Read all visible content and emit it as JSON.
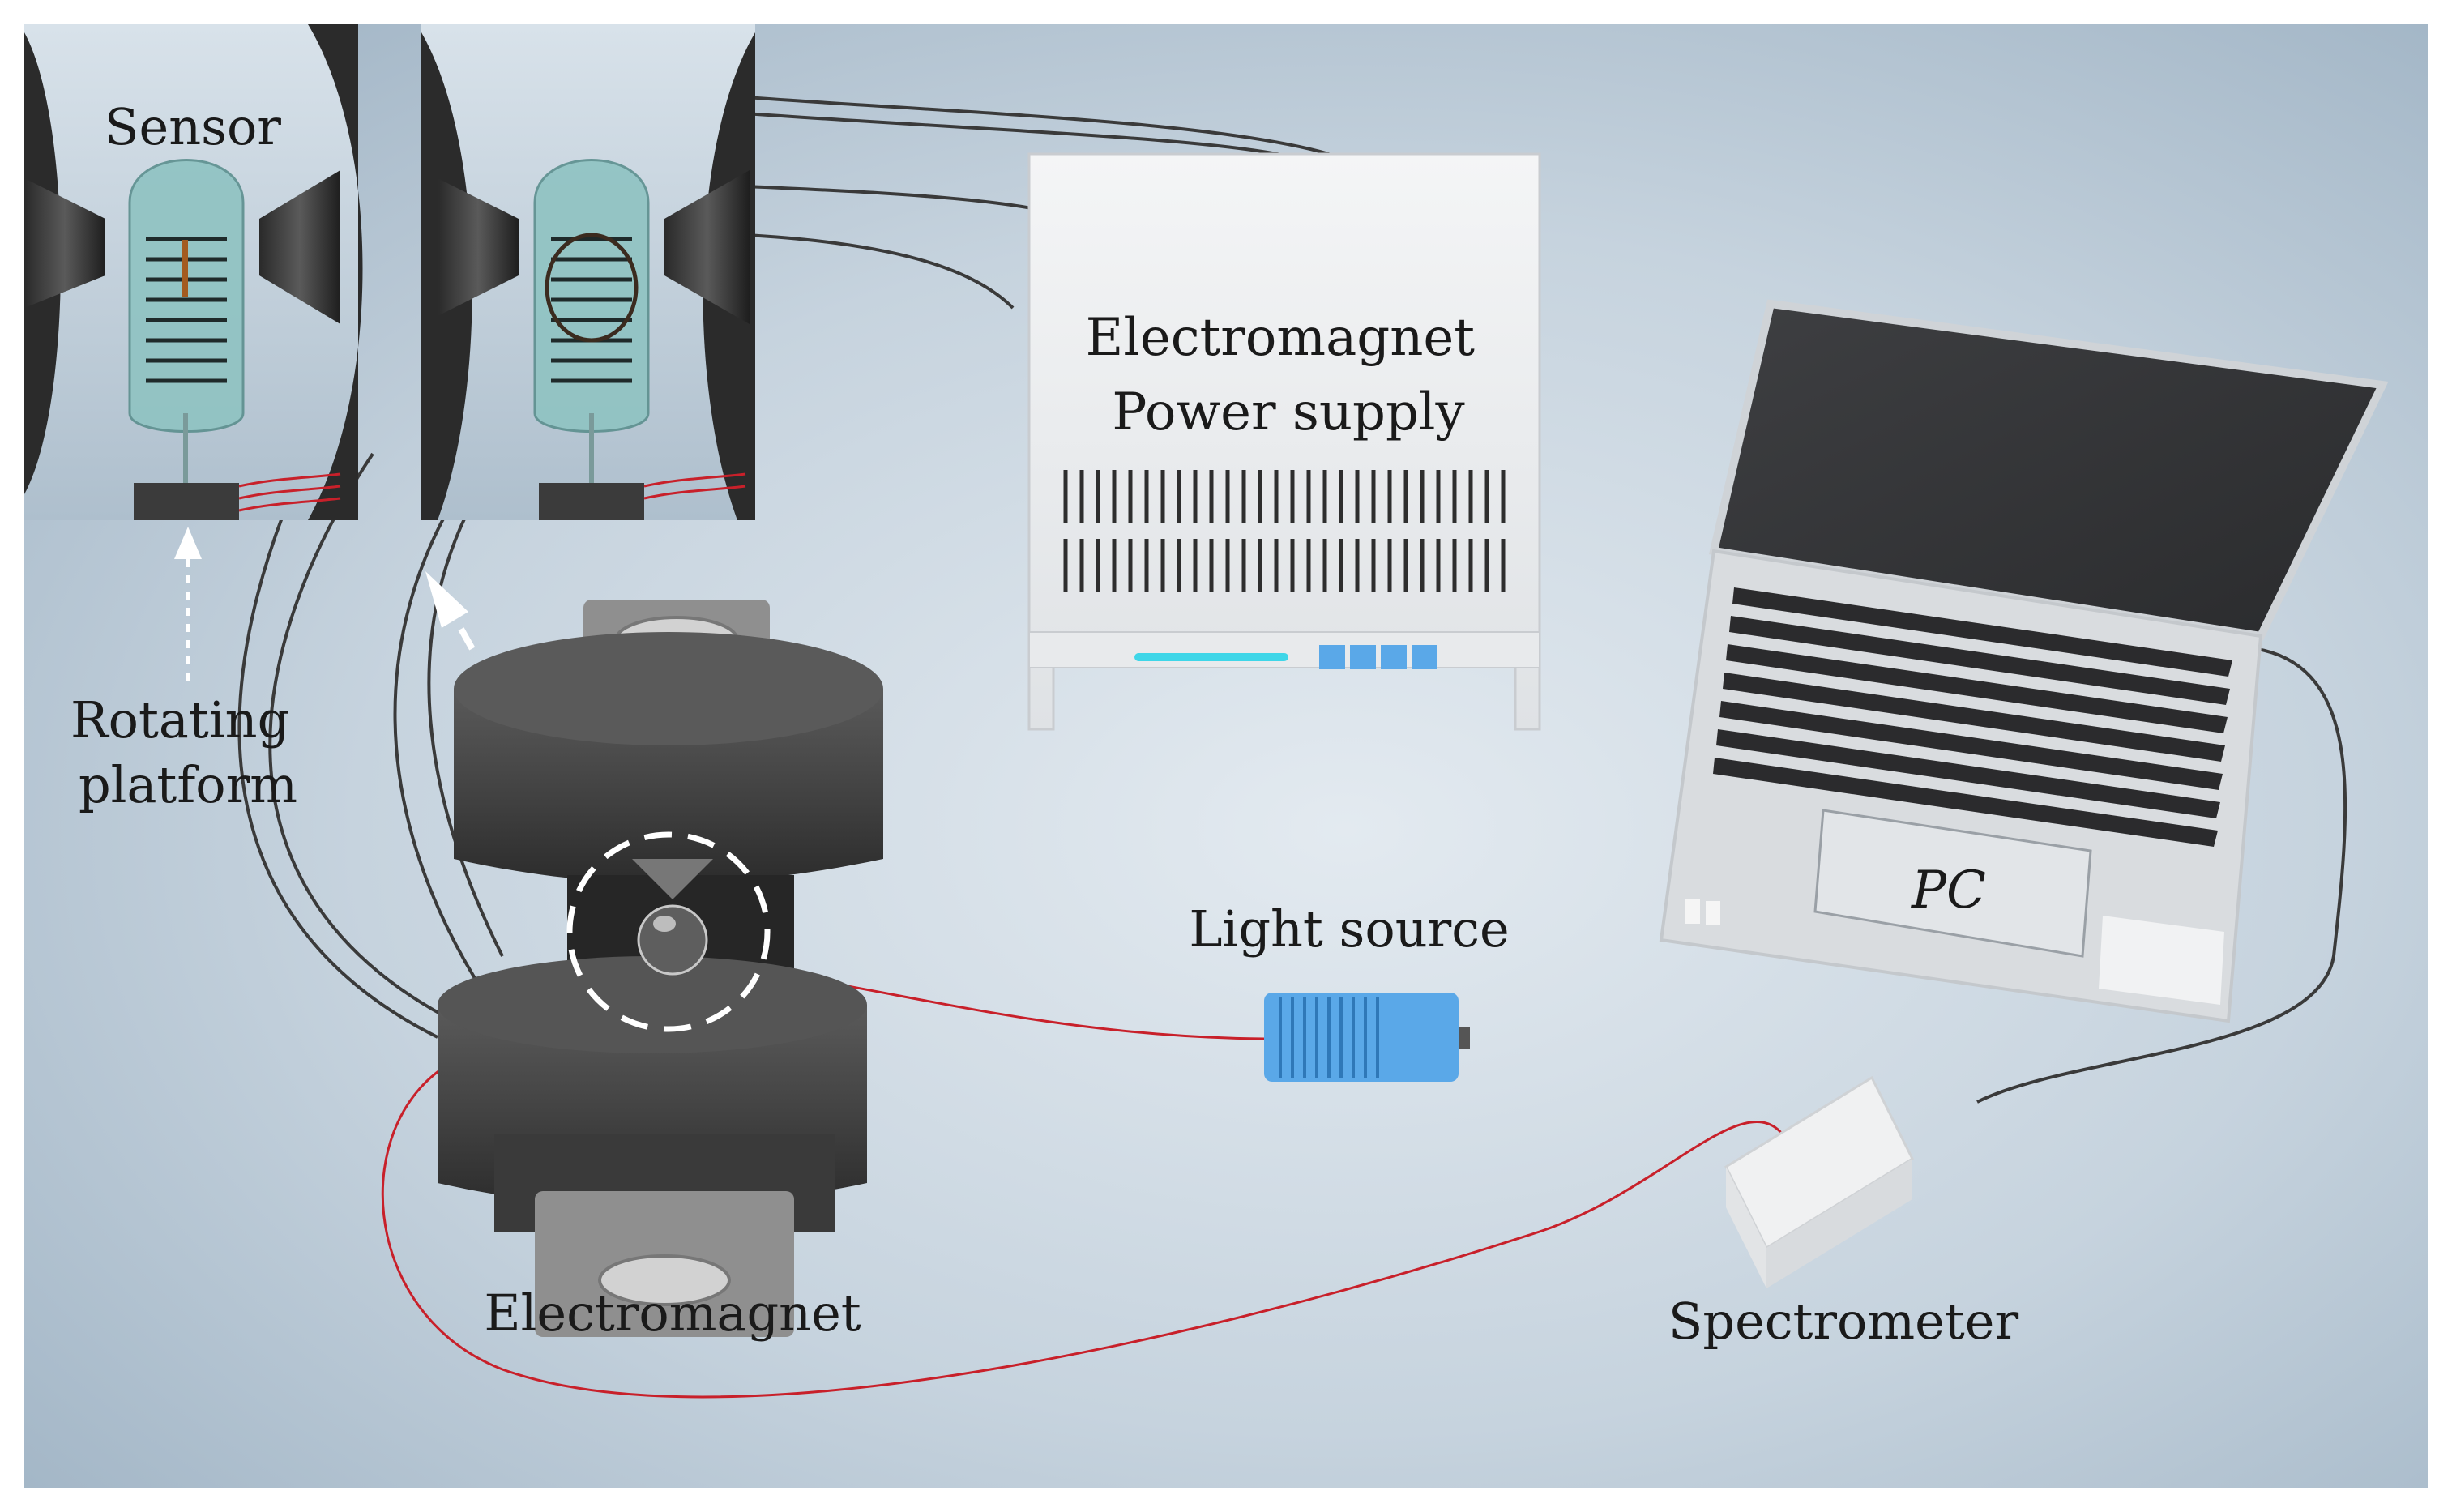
{
  "labels": {
    "sensor": "Sensor",
    "rotating_platform_line1": "Rotating",
    "rotating_platform_line2": "platform",
    "power_supply_line1": "Electromagnet",
    "power_supply_line2": "Power supply",
    "pc": "PC",
    "light_source": "Light source",
    "electromagnet": "Electromagnet",
    "spectrometer": "Spectrometer"
  },
  "colors": {
    "background": "#b9cad8",
    "optical_fiber": "#c8202a",
    "cable": "#3a3a3a",
    "magnet_body": "#3d3d3d",
    "light_source": "#5aa8e8",
    "indicator": "#3fd6e8"
  }
}
